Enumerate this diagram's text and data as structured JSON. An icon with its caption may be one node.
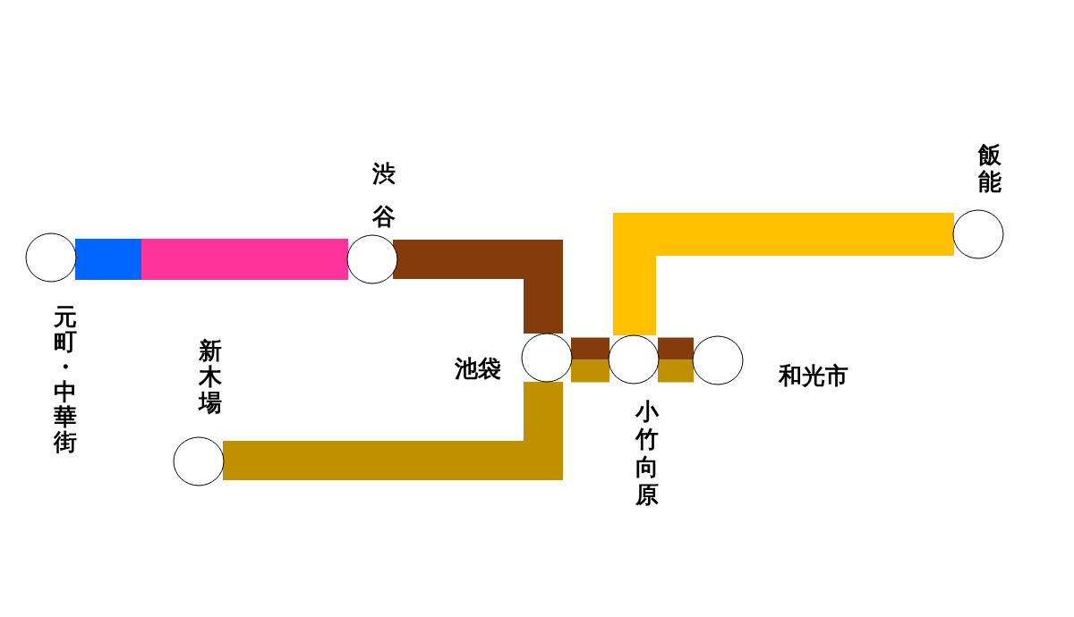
{
  "diagram": {
    "nodes": [
      {
        "text": [
          "元町・中華街"
        ]
      },
      {
        "text": [
          "渋谷"
        ]
      },
      {
        "text": [
          "新木場"
        ]
      },
      {
        "text": [
          "池袋"
        ]
      },
      {
        "text": [
          "小竹向原"
        ]
      },
      {
        "text": [
          "和光市"
        ]
      },
      {
        "text": [
          "飯能"
        ]
      }
    ],
    "edges": [
      {
        "from": 0,
        "to": 1,
        "arrow": "none",
        "style": "thick",
        "color": "#ff3399"
      },
      {
        "from": 1,
        "to": 3,
        "arrow": "none",
        "color": "#843c0c"
      },
      {
        "from": 3,
        "to": 4,
        "arrow": "none",
        "color": "#843c0c"
      },
      {
        "from": 4,
        "to": 5,
        "arrow": "none",
        "color": "#843c0c"
      },
      {
        "from": 2,
        "to": 3,
        "arrow": "none",
        "color": "#bf9000"
      },
      {
        "from": 3,
        "to": 4,
        "arrow": "none",
        "color": "#bf9000"
      },
      {
        "from": 4,
        "to": 5,
        "arrow": "none",
        "color": "#bf9000"
      },
      {
        "from": 4,
        "to": 6,
        "arrow": "none",
        "style": "thick",
        "color": "#ffc000"
      }
    ]
  }
}
